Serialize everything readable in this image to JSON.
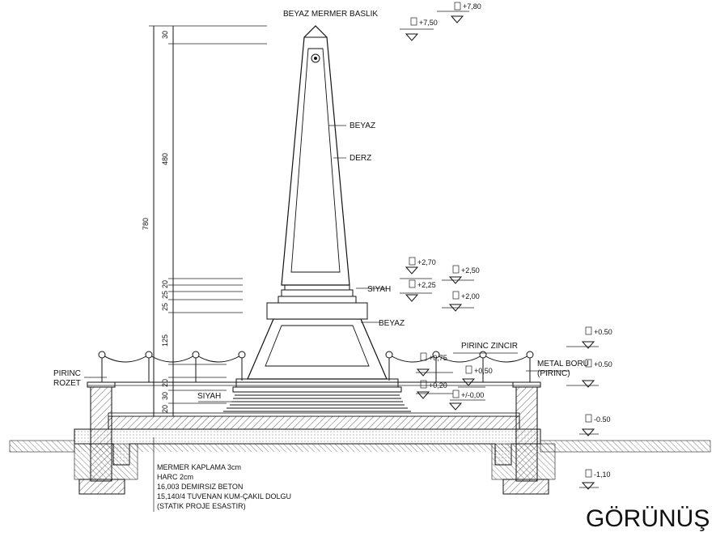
{
  "title": "GÖRÜNÜŞ",
  "labels": {
    "cap": "BEYAZ MERMER BASLIK",
    "beyaz_upper": "BEYAZ",
    "derz": "DERZ",
    "siyah_mid": "SIYAH",
    "beyaz_lower": "BEYAZ",
    "pirinc_zincir": "PIRINC ZINCIR",
    "metal_boru_1": "METAL BORU",
    "metal_boru_2": "(PIRINC)",
    "pirinc_rozet_1": "PIRINC",
    "pirinc_rozet_2": "ROZET",
    "siyah_low": "SIYAH"
  },
  "notes": [
    "MERMER KAPLAMA 3cm",
    "HARC 2cm",
    "16,003 DEMIRSIZ BETON",
    "15,140/4 TUVENAN KUM-ÇAKIL DOLGU",
    "(STATIK PROJE ESASTIR)"
  ],
  "dimensions": {
    "total": "780",
    "d30_top": "30",
    "d480": "480",
    "d25": "25",
    "d25b": "25",
    "d20": "20",
    "d125": "125",
    "d20b": "20",
    "d30b": "30",
    "d20c": "20"
  },
  "elevations": {
    "e780": "+7,80",
    "e750": "+7,50",
    "e270": "+2,70",
    "e225": "+2,25",
    "e250": "+2,50",
    "e200": "+2,00",
    "e075": "+0,75",
    "e050a": "+0,50",
    "e020": "+0,20",
    "e000": "+/-0,00",
    "e050b": "+0.50",
    "e050c": "+0.50",
    "e_050": "-0.50",
    "e_110": "-1,10"
  }
}
